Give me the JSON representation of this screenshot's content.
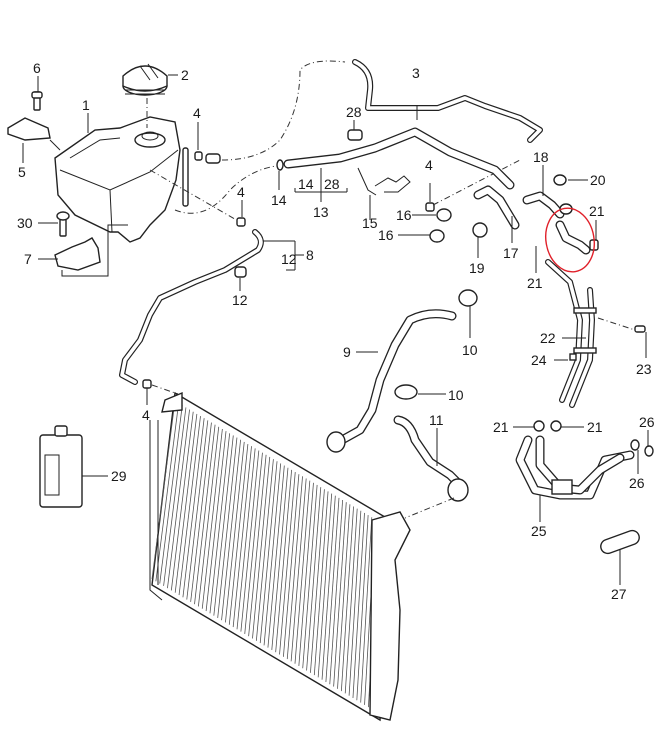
{
  "diagram": {
    "title": "Cooling system parts diagram (expansion tank, coolant hoses, radiator)",
    "highlight_color": "#e0202a",
    "highlighted_part": "21",
    "callouts": {
      "c1": "1",
      "c2": "2",
      "c3": "3",
      "c4a": "4",
      "c4b": "4",
      "c4c": "4",
      "c4d": "4",
      "c5": "5",
      "c6": "6",
      "c7": "7",
      "c8": "8",
      "c9": "9",
      "c10a": "10",
      "c10b": "10",
      "c11": "11",
      "c12a": "12",
      "c12b": "12",
      "c13": "13",
      "c14a": "14",
      "c14b": "14",
      "c15": "15",
      "c16a": "16",
      "c16b": "16",
      "c17": "17",
      "c18": "18",
      "c19": "19",
      "c20": "20",
      "c21a": "21",
      "c21b": "21",
      "c21c": "21",
      "c21d": "21",
      "c22": "22",
      "c23": "23",
      "c24": "24",
      "c25": "25",
      "c26a": "26",
      "c26b": "26",
      "c27": "27",
      "c28a": "28",
      "c28b": "28",
      "c29": "29",
      "c30": "30"
    }
  }
}
